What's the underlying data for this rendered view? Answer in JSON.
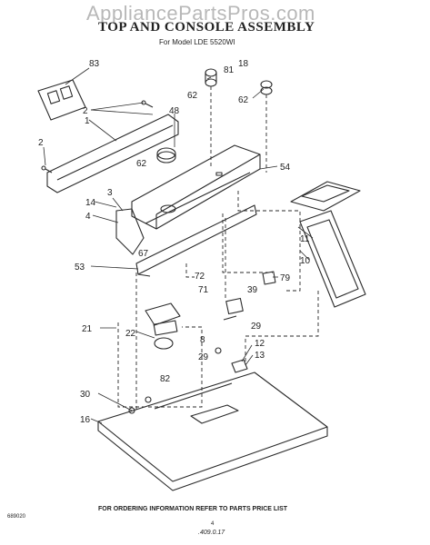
{
  "watermark": "AppliancePartsPros.com",
  "header": {
    "title": "TOP AND CONSOLE ASSEMBLY",
    "subtitle": "For Model LDE 5520WI"
  },
  "footer": {
    "note": "FOR ORDERING INFORMATION REFER TO PARTS PRICE LIST",
    "code": "689020",
    "page": "4",
    "handwritten": ".409.0.17"
  },
  "callouts": [
    "83",
    "2",
    "48",
    "1",
    "81",
    "18",
    "62",
    "62",
    "62",
    "2",
    "54",
    "14",
    "3",
    "4",
    "11",
    "10",
    "67",
    "53",
    "72",
    "71",
    "79",
    "39",
    "21",
    "22",
    "29",
    "29",
    "8",
    "12",
    "13",
    "82",
    "30",
    "16"
  ],
  "colors": {
    "line": "#2a2a2a",
    "watermark": "#b8b8b8"
  }
}
